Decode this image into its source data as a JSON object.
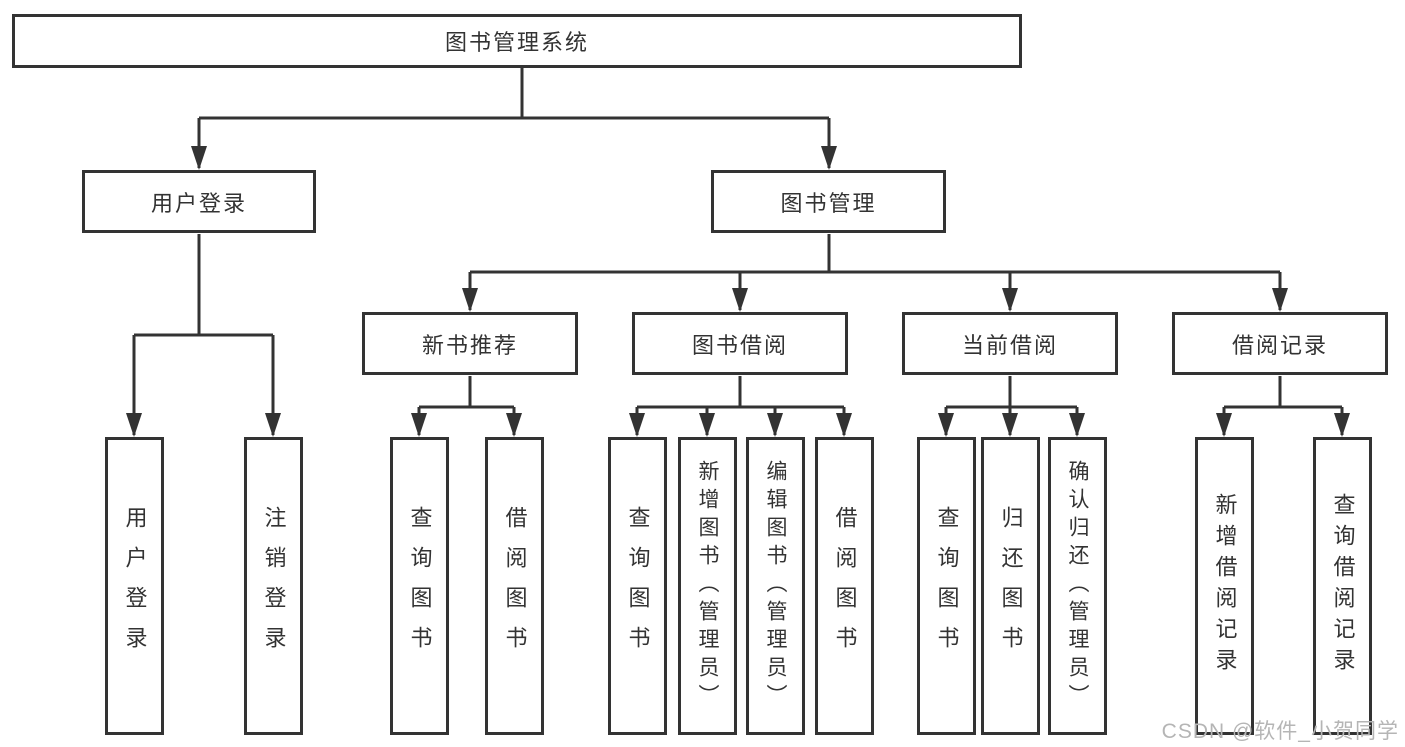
{
  "tree": {
    "root": "图书管理系统",
    "branches": [
      {
        "label": "用户登录",
        "children": [
          "用户登录",
          "注销登录"
        ]
      },
      {
        "label": "图书管理",
        "groups": [
          {
            "label": "新书推荐",
            "children": [
              "查询图书",
              "借阅图书"
            ]
          },
          {
            "label": "图书借阅",
            "children": [
              "查询图书",
              "新增图书（管理员）",
              "编辑图书（管理员）",
              "借阅图书"
            ]
          },
          {
            "label": "当前借阅",
            "children": [
              "查询图书",
              "归还图书",
              "确认归还（管理员）"
            ]
          },
          {
            "label": "借阅记录",
            "children": [
              "新增借阅记录",
              "查询借阅记录"
            ]
          }
        ]
      }
    ]
  },
  "watermark": {
    "text": "CSDN @软件_小贺同学"
  },
  "colors": {
    "line": "#333333",
    "node_border": "#333333",
    "node_text": "#333333",
    "watermark": "#b5b5b5",
    "background": "#ffffff"
  }
}
